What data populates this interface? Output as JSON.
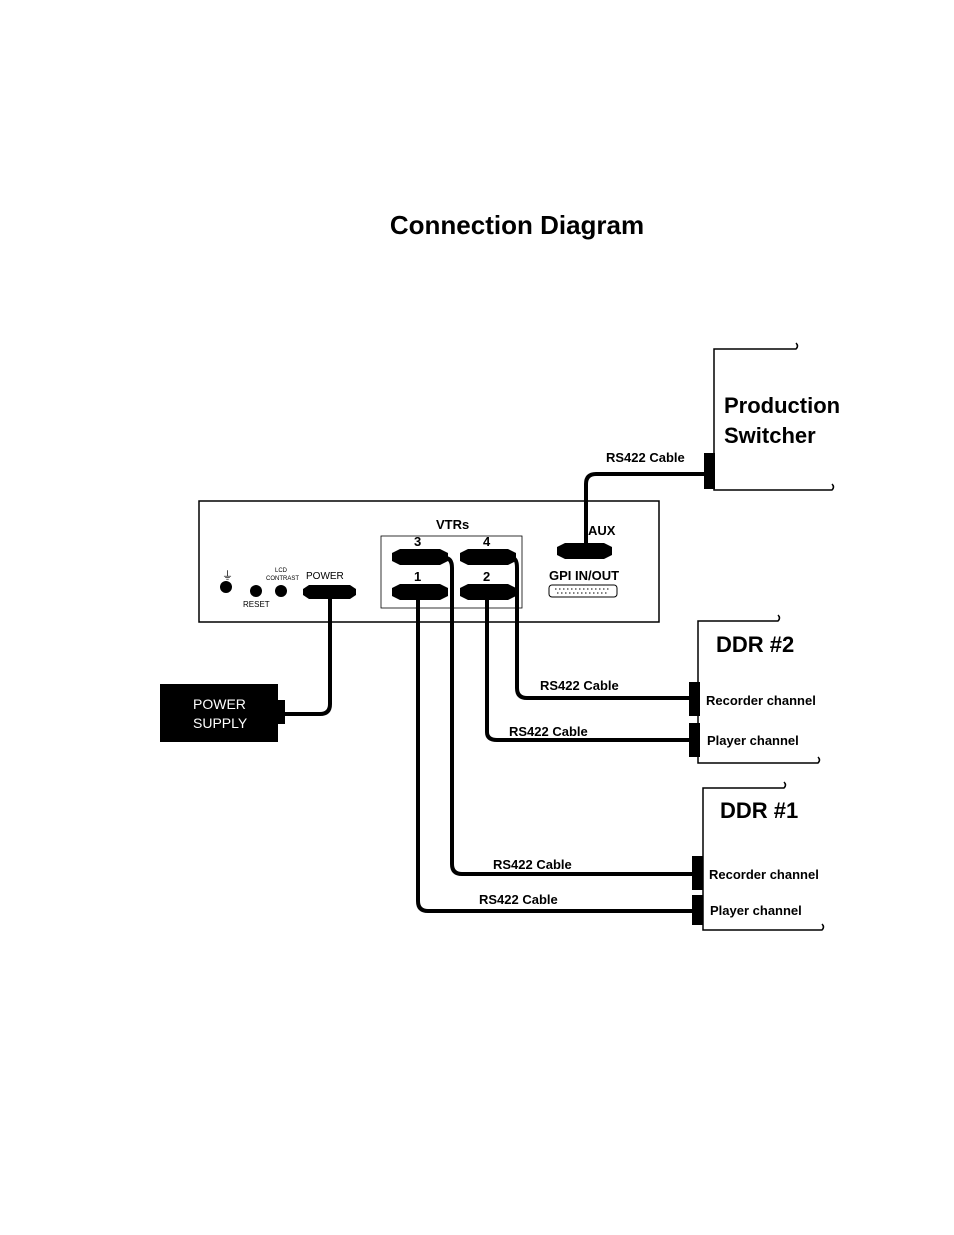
{
  "title": "Connection Diagram",
  "production_switcher": {
    "line1": "Production",
    "line2": "Switcher"
  },
  "unit": {
    "vtrs_label": "VTRs",
    "ports": [
      "3",
      "4",
      "1",
      "2"
    ],
    "aux_label": "AUX",
    "gpi_label": "GPI IN/OUT",
    "power_label": "POWER",
    "reset_label": "RESET",
    "lcd_label_1": "LCD",
    "lcd_label_2": "CONTRAST",
    "ground_symbol": "⏚"
  },
  "power_supply": {
    "line1": "POWER",
    "line2": "SUPPLY"
  },
  "ddr2": {
    "title": "DDR #2",
    "recorder": "Recorder channel",
    "player": "Player channel"
  },
  "ddr1": {
    "title": "DDR #1",
    "recorder": "Recorder channel",
    "player": "Player channel"
  },
  "cables": {
    "switcher": "RS422 Cable",
    "ddr2_recorder": "RS422 Cable",
    "ddr2_player": "RS422 Cable",
    "ddr1_recorder": "RS422 Cable",
    "ddr1_player": "RS422 Cable"
  }
}
